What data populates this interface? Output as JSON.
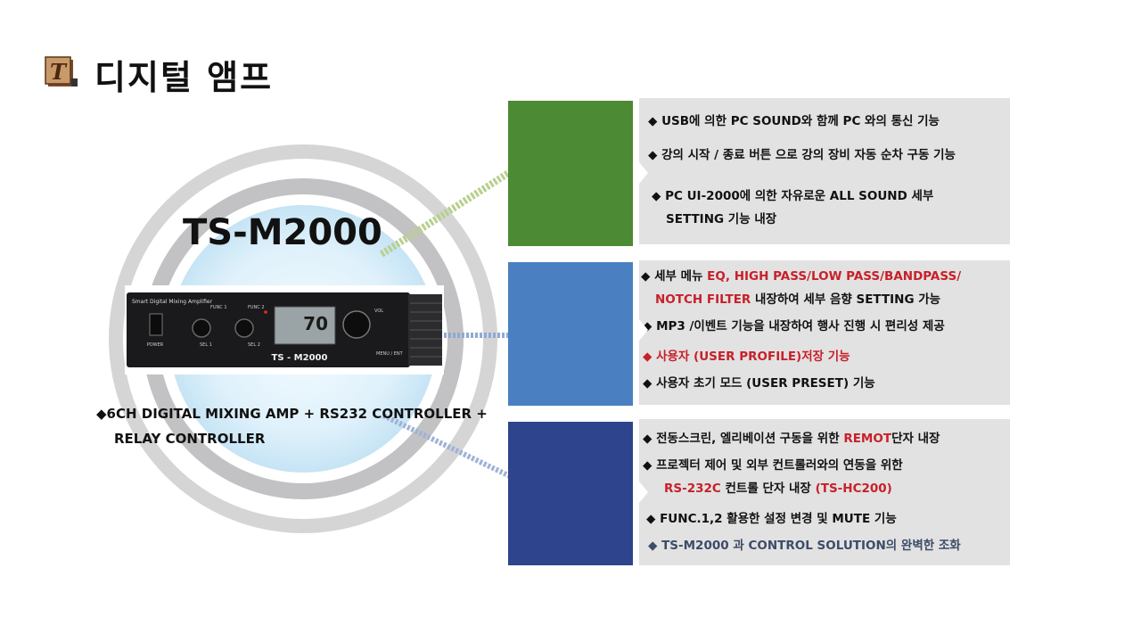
{
  "title": "디지털 앰프",
  "title_icon_letter": "T",
  "product_name": "TS-M2000",
  "device": {
    "brand": "Smart Digital Mixing Amplifier",
    "func1": "FUNC 1",
    "func2": "FUNC 2",
    "sel1": "SEL 1",
    "sel2": "SEL 2",
    "vol": "VOL",
    "power": "POWER",
    "menu": "MENU / ENT",
    "display_value": "70",
    "model": "TS - M2000"
  },
  "caption": {
    "line1": "◆6CH DIGITAL MIXING AMP + RS232 CONTROLLER +",
    "line2": "RELAY CONTROLLER"
  },
  "panel1": {
    "item1": "◆ USB에 의한 PC SOUND와 함께 PC 와의 통신 기능",
    "item2": "◆ 강의 시작 / 종료 버튼 으로 강의 장비 자동 순차 구동 기능",
    "item3a": "◆ PC UI-2000에 의한 자유로운 ALL SOUND 세부",
    "item3b": "SETTING 기능 내장"
  },
  "panel2": {
    "item1_pre": "◆ 세부 메뉴 ",
    "item1_red": "EQ, HIGH PASS/LOW PASS/BANDPASS/",
    "item1b_red": "NOTCH FILTER",
    "item1b_post": " 내장하여 세부 음향 SETTING 가능",
    "item2": "◆  MP3 /이벤트 기능을 내장하여 행사 진행 시 편리성 제공",
    "item3": "◆  사용자 (USER PROFILE)저장 기능",
    "item4": "◆  사용자 초기 모드 (USER PRESET) 기능"
  },
  "panel3": {
    "item1_pre": "◆ 전동스크린, 엘리베이션 구동을 위한 ",
    "item1_red": "REMOT",
    "item1_post": "단자 내장",
    "item2": "◆ 프로젝터 제어 및 외부 컨트롤러와의 연동을 위한",
    "item2b_red": "RS-232C",
    "item2b_mid": " 컨트롤 단자 내장 ",
    "item2b_red2": "(TS-HC200)",
    "item3": "◆  FUNC.1,2 활용한 설정 변경 및 MUTE 기능",
    "item4": "◆ TS-M2000 과 CONTROL SOLUTION의 완벽한 조화"
  },
  "colors": {
    "green": "#4c8a33",
    "blue": "#4a80c2",
    "navy": "#2e448d",
    "panel_gray": "#e2e2e2",
    "red": "#c8202a"
  }
}
